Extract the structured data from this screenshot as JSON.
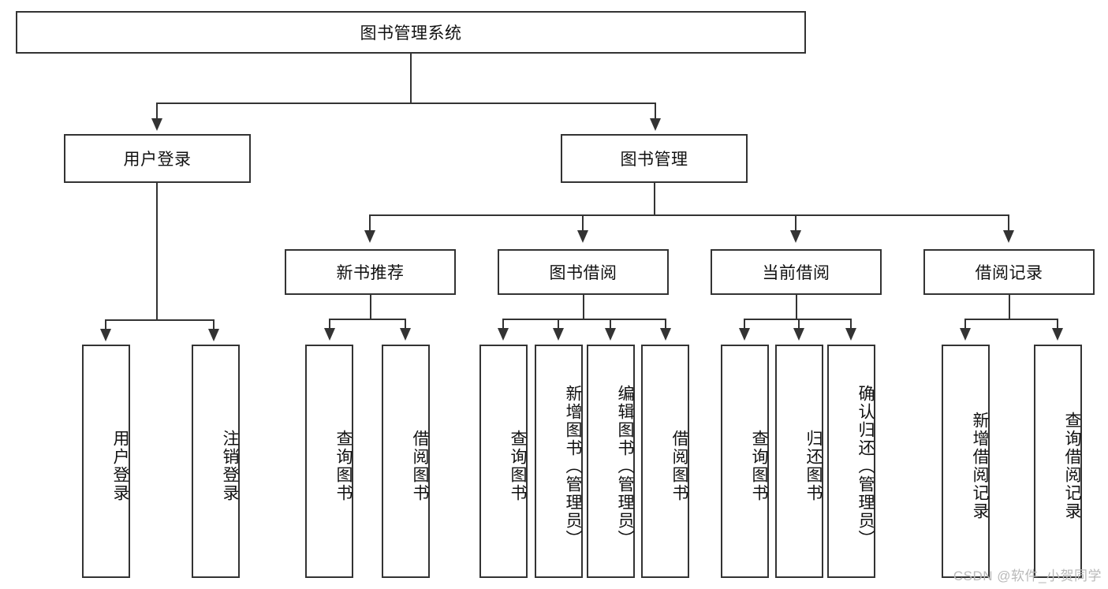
{
  "diagram": {
    "type": "tree",
    "title": "图书管理系统",
    "root": {
      "label": "图书管理系统"
    },
    "level2": [
      {
        "label": "用户登录"
      },
      {
        "label": "图书管理"
      }
    ],
    "level3": [
      {
        "label": "新书推荐"
      },
      {
        "label": "图书借阅"
      },
      {
        "label": "当前借阅"
      },
      {
        "label": "借阅记录"
      }
    ],
    "leaves": [
      {
        "label": "用户登录",
        "parent": "用户登录"
      },
      {
        "label": "注销登录",
        "parent": "用户登录"
      },
      {
        "label": "查询图书",
        "parent": "新书推荐"
      },
      {
        "label": "借阅图书",
        "parent": "新书推荐"
      },
      {
        "label": "查询图书",
        "parent": "图书借阅"
      },
      {
        "label": "新增图书（管理员）",
        "parent": "图书借阅"
      },
      {
        "label": "编辑图书（管理员）",
        "parent": "图书借阅"
      },
      {
        "label": "借阅图书",
        "parent": "图书借阅"
      },
      {
        "label": "查询图书",
        "parent": "当前借阅"
      },
      {
        "label": "归还图书",
        "parent": "当前借阅"
      },
      {
        "label": "确认归还（管理员）",
        "parent": "当前借阅"
      },
      {
        "label": "新增借阅记录",
        "parent": "借阅记录"
      },
      {
        "label": "查询借阅记录",
        "parent": "借阅记录"
      }
    ]
  },
  "watermark": {
    "text": "CSDN @软件_小贺同学"
  },
  "colors": {
    "stroke": "#333333",
    "background": "#ffffff",
    "text": "#111111",
    "watermark": "#b9b9b9"
  }
}
